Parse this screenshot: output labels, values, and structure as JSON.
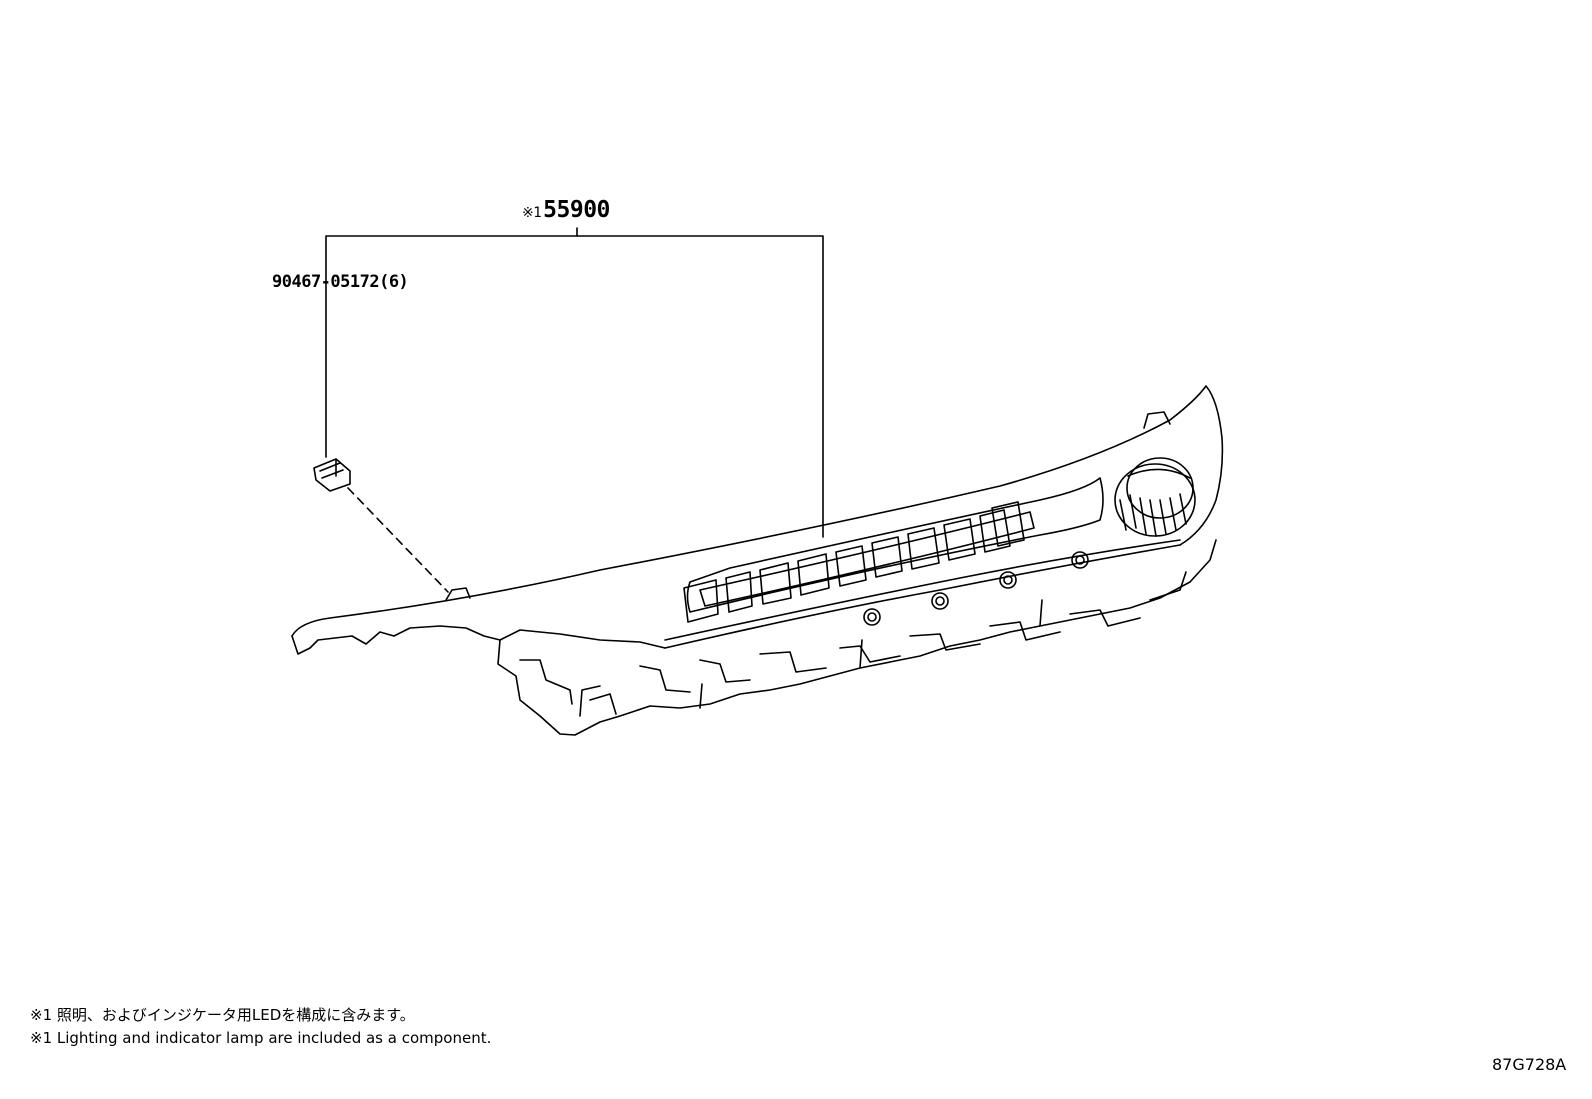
{
  "callouts": {
    "main_part": {
      "mark": "※1",
      "number": "55900"
    },
    "clip": {
      "number": "90467-05172(6)"
    }
  },
  "notes": {
    "jp": "※1 照明、およびインジケータ用LEDを構成に含みます。",
    "en": "※1 Lighting and indicator lamp are included as a component."
  },
  "drawing_code": "87G728A",
  "icons": [
    "clip-icon",
    "switch-panel-icon",
    "knob-icon"
  ],
  "colors": {
    "line": "#000000",
    "background": "#ffffff"
  }
}
